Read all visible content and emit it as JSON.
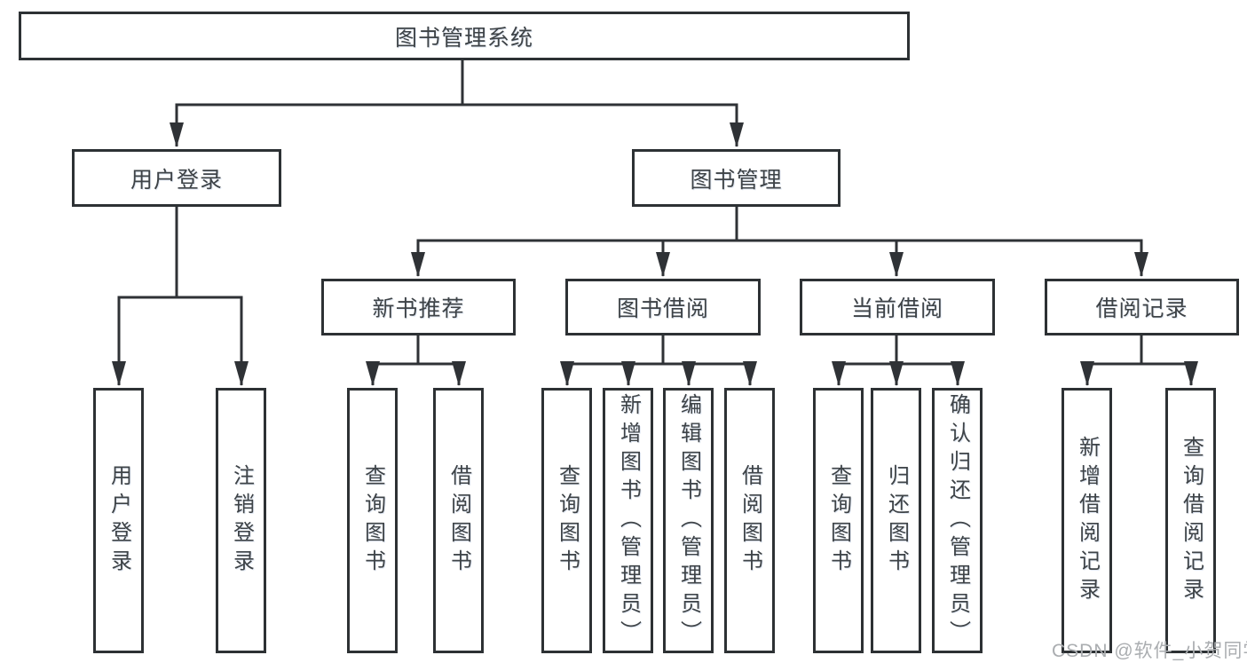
{
  "diagram_type": "hierarchy-tree",
  "nodes": {
    "root": {
      "label": "图书管理系统"
    },
    "userLogin": {
      "label": "用户登录"
    },
    "bookMgmt": {
      "label": "图书管理"
    },
    "newBookRec": {
      "label": "新书推荐"
    },
    "bookBorrow": {
      "label": "图书借阅"
    },
    "currentBorrow": {
      "label": "当前借阅"
    },
    "borrowRecord": {
      "label": "借阅记录"
    },
    "loginLeaf": {
      "label": "用户登录"
    },
    "logoutLeaf": {
      "label": "注销登录"
    },
    "recQuery": {
      "label": "查询图书"
    },
    "recBorrow": {
      "label": "借阅图书"
    },
    "bbQuery": {
      "label": "查询图书"
    },
    "bbAdd": {
      "label": "新增图书（管理员）"
    },
    "bbEdit": {
      "label": "编辑图书（管理员）"
    },
    "bbBorrow": {
      "label": "借阅图书"
    },
    "cbQuery": {
      "label": "查询图书"
    },
    "cbReturn": {
      "label": "归还图书"
    },
    "cbConfirm": {
      "label": "确认归还（管理员）"
    },
    "brAdd": {
      "label": "新增借阅记录"
    },
    "brQuery": {
      "label": "查询借阅记录"
    }
  },
  "hierarchy": {
    "图书管理系统": {
      "用户登录": [
        "用户登录",
        "注销登录"
      ],
      "图书管理": {
        "新书推荐": [
          "查询图书",
          "借阅图书"
        ],
        "图书借阅": [
          "查询图书",
          "新增图书（管理员）",
          "编辑图书（管理员）",
          "借阅图书"
        ],
        "当前借阅": [
          "查询图书",
          "归还图书",
          "确认归还（管理员）"
        ],
        "借阅记录": [
          "新增借阅记录",
          "查询借阅记录"
        ]
      }
    }
  },
  "watermark": {
    "text": "CSDN @软件_小贺同学"
  },
  "colors": {
    "background": "#ffffff",
    "box_border": "#2d3134",
    "line": "#2f3236",
    "text": "#3e4347",
    "watermark": "#aaadb0"
  }
}
